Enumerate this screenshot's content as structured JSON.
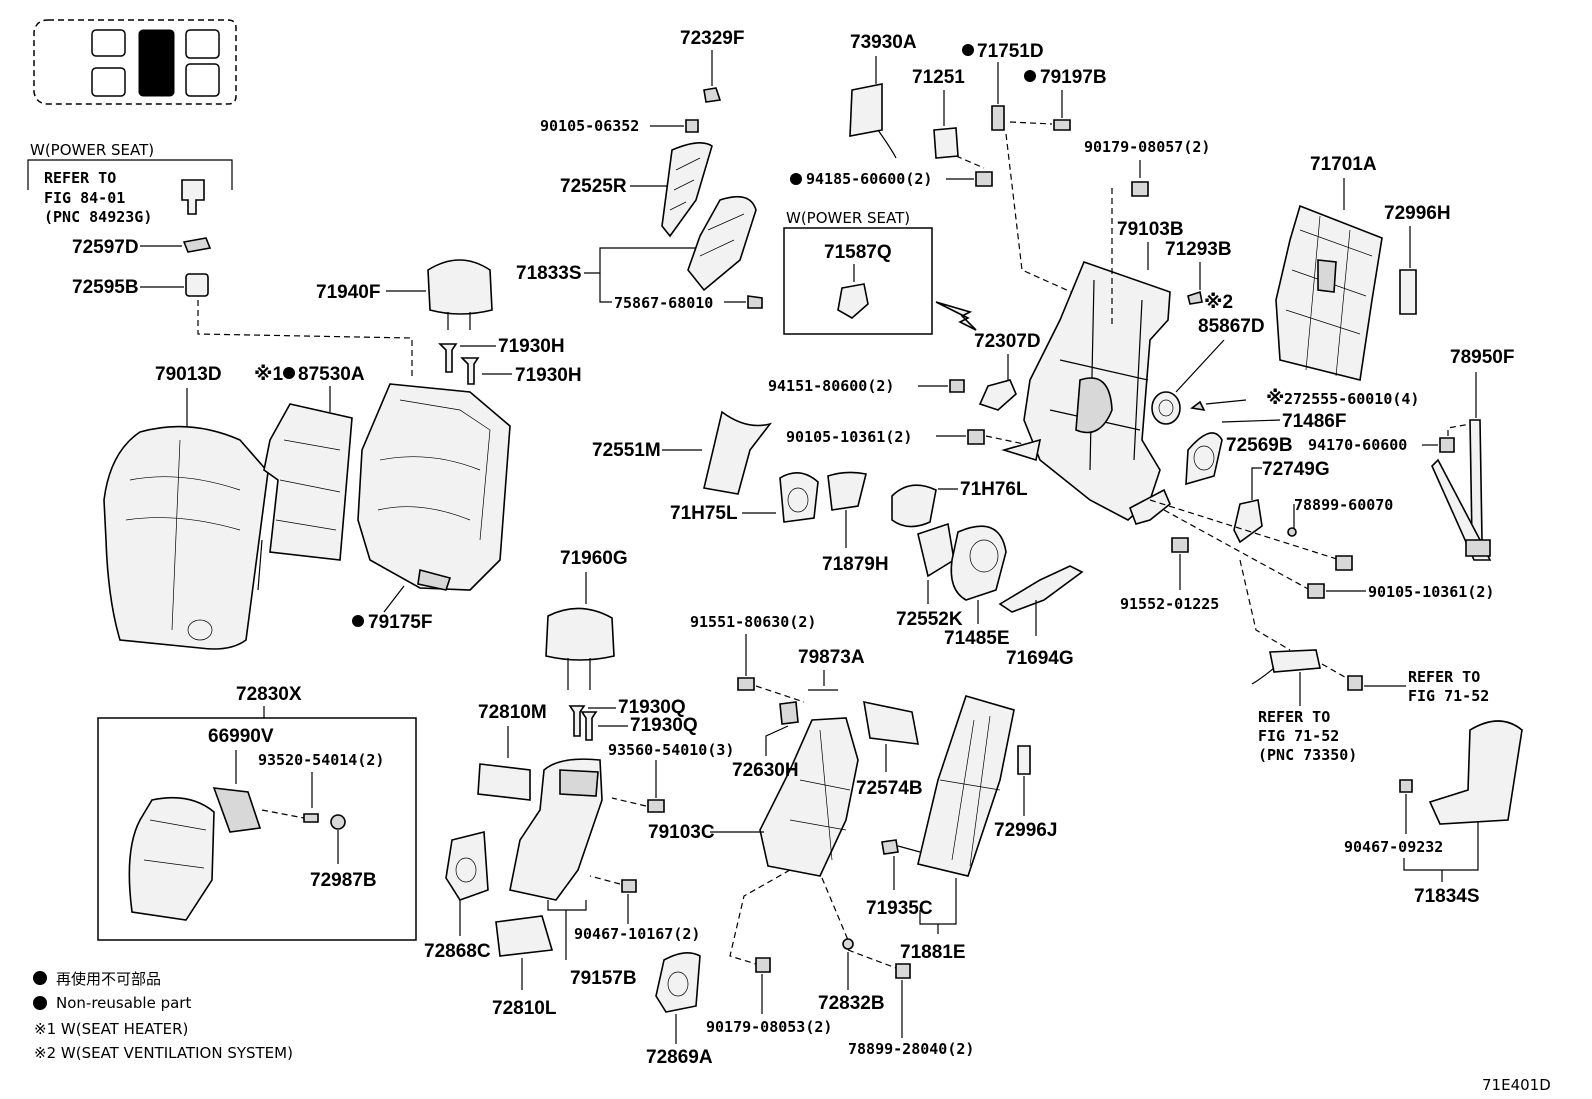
{
  "diagram": {
    "code": "71E401D",
    "labels": {
      "p72329F": "72329F",
      "p73930A": "73930A",
      "p71751D": "71751D",
      "p71251": "71251",
      "p79197B": "79197B",
      "p90105_06352": "90105-06352",
      "p90179_08057": "90179-08057(2)",
      "p72525R": "72525R",
      "p94185_60600": "94185-60600(2)",
      "p71701A": "71701A",
      "p72996H": "72996H",
      "p71833S": "71833S",
      "p75867_68010": "75867-68010",
      "p71587Q": "71587Q",
      "p79103B": "79103B",
      "p71293B": "71293B",
      "p85867D": "85867D",
      "p71940F": "71940F",
      "p71930H_a": "71930H",
      "p71930H_b": "71930H",
      "p72307D": "72307D",
      "p78950F": "78950F",
      "p79013D": "79013D",
      "p87530A": "87530A",
      "p94151_80600": "94151-80600(2)",
      "p272555": "272555-60010(4)",
      "p71486F": "71486F",
      "p72551M": "72551M",
      "p90105_10361a": "90105-10361(2)",
      "p94170_60600": "94170-60600",
      "p72569B": "72569B",
      "p72749G": "72749G",
      "p71H75L": "71H75L",
      "p71H76L": "71H76L",
      "p78899_60070": "78899-60070",
      "p71879H": "71879H",
      "p79175F": "79175F",
      "p71960G": "71960G",
      "p72552K": "72552K",
      "p71485E": "71485E",
      "p91552_01225": "91552-01225",
      "p90105_10361b": "90105-10361(2)",
      "p91551_80630": "91551-80630(2)",
      "p79873A": "79873A",
      "p71694G": "71694G",
      "p72830X": "72830X",
      "p66990V": "66990V",
      "p93520_54014": "93520-54014(2)",
      "p72810M": "72810M",
      "p71930Q_a": "71930Q",
      "p71930Q_b": "71930Q",
      "p93560_54010": "93560-54010(3)",
      "p72630H": "72630H",
      "p72574B": "72574B",
      "p79103C": "79103C",
      "p72996J": "72996J",
      "p72987B": "72987B",
      "p71935C": "71935C",
      "p90467_10167": "90467-10167(2)",
      "p72868C": "72868C",
      "p71881E": "71881E",
      "p79157B": "79157B",
      "p72832B": "72832B",
      "p72810L": "72810L",
      "p90179_08053": "90179-08053(2)",
      "p78899_28040": "78899-28040(2)",
      "p72869A": "72869A",
      "p90467_09232": "90467-09232",
      "p71834S": "71834S",
      "p72597D": "72597D",
      "p72595B": "72595B"
    },
    "notes": {
      "power_seat_left": "W(POWER SEAT)",
      "power_seat_center": "W(POWER SEAT)",
      "refer_fig84_l1": "REFER TO",
      "refer_fig84_l2": "FIG 84-01",
      "refer_fig84_l3": "(PNC 84923G)",
      "refer_fig71_r_l1": "REFER TO",
      "refer_fig71_r_l2": "FIG 71-52",
      "refer_fig71_b_l1": "REFER TO",
      "refer_fig71_b_l2": "FIG 71-52",
      "refer_fig71_b_l3": "(PNC 73350)",
      "ref_mark1": "※1",
      "ref_mark2": "※2",
      "ref_mark_272555": "※"
    },
    "legend": {
      "jp_nonreusable": "再使用不可部品",
      "en_nonreusable": "Non-reusable part",
      "note1": "※1 W(SEAT HEATER)",
      "note2": "※2 W(SEAT VENTILATION  SYSTEM)"
    }
  }
}
